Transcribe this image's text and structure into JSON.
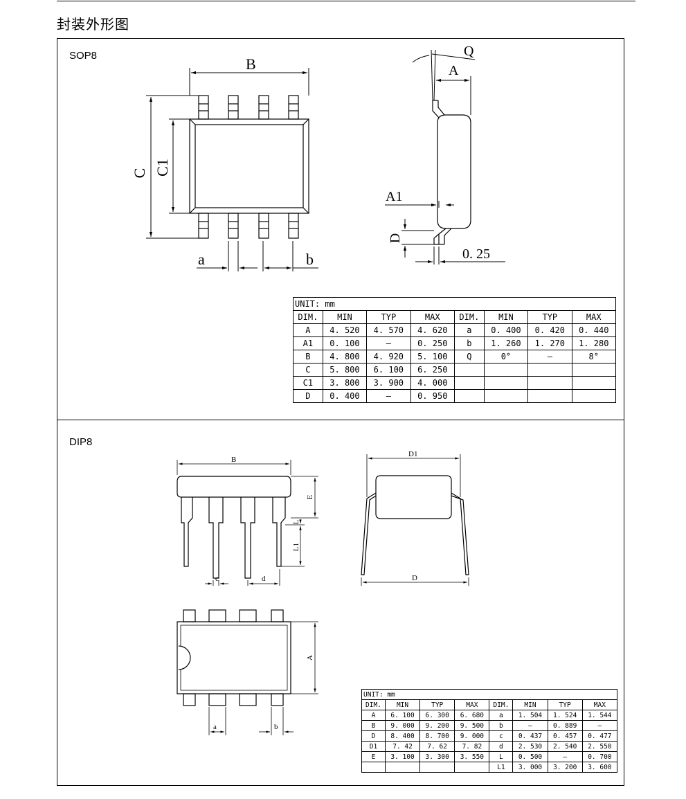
{
  "section_title": "封装外形图",
  "sop8": {
    "label": "SOP8",
    "dims": {
      "B": "B",
      "C": "C",
      "C1": "C1",
      "a": "a",
      "b": "b",
      "Q": "Q",
      "A": "A",
      "A1": "A1",
      "D": "D",
      "v025": "0. 25"
    },
    "table": {
      "unit": "UNIT: mm",
      "header": [
        "DIM.",
        "MIN",
        "TYP",
        "MAX",
        "DIM.",
        "MIN",
        "TYP",
        "MAX"
      ],
      "rows": [
        [
          "A",
          "4. 520",
          "4. 570",
          "4. 620",
          "a",
          "0. 400",
          "0. 420",
          "0. 440"
        ],
        [
          "A1",
          "0. 100",
          "–",
          "0. 250",
          "b",
          "1. 260",
          "1. 270",
          "1. 280"
        ],
        [
          "B",
          "4. 800",
          "4. 920",
          "5. 100",
          "Q",
          "0°",
          "–",
          "8°"
        ],
        [
          "C",
          "5. 800",
          "6. 100",
          "6. 250",
          "",
          "",
          "",
          ""
        ],
        [
          "C1",
          "3. 800",
          "3. 900",
          "4. 000",
          "",
          "",
          "",
          ""
        ],
        [
          "D",
          "0. 400",
          "–",
          "0. 950",
          "",
          "",
          "",
          ""
        ]
      ]
    }
  },
  "dip8": {
    "label": "DIP8",
    "dims": {
      "B": "B",
      "D1": "D1",
      "D": "D",
      "E": "E",
      "L": "L",
      "L1": "L1",
      "c": "c",
      "d": "d",
      "A": "A",
      "a": "a",
      "b": "b"
    },
    "table": {
      "unit": "UNIT: mm",
      "header": [
        "DIM.",
        "MIN",
        "TYP",
        "MAX",
        "DIM.",
        "MIN",
        "TYP",
        "MAX"
      ],
      "rows": [
        [
          "A",
          "6. 100",
          "6. 300",
          "6. 680",
          "a",
          "1. 504",
          "1. 524",
          "1. 544"
        ],
        [
          "B",
          "9. 000",
          "9. 200",
          "9. 500",
          "b",
          "–",
          "0. 889",
          "–"
        ],
        [
          "D",
          "8. 400",
          "8. 700",
          "9. 000",
          "c",
          "0. 437",
          "0. 457",
          "0. 477"
        ],
        [
          "D1",
          "7. 42",
          "7. 62",
          "7. 82",
          "d",
          "2. 530",
          "2. 540",
          "2. 550"
        ],
        [
          "E",
          "3. 100",
          "3. 300",
          "3. 550",
          "L",
          "0. 500",
          "–",
          "0. 700"
        ],
        [
          "",
          "",
          "",
          "",
          "L1",
          "3. 000",
          "3. 200",
          "3. 600"
        ]
      ]
    }
  }
}
